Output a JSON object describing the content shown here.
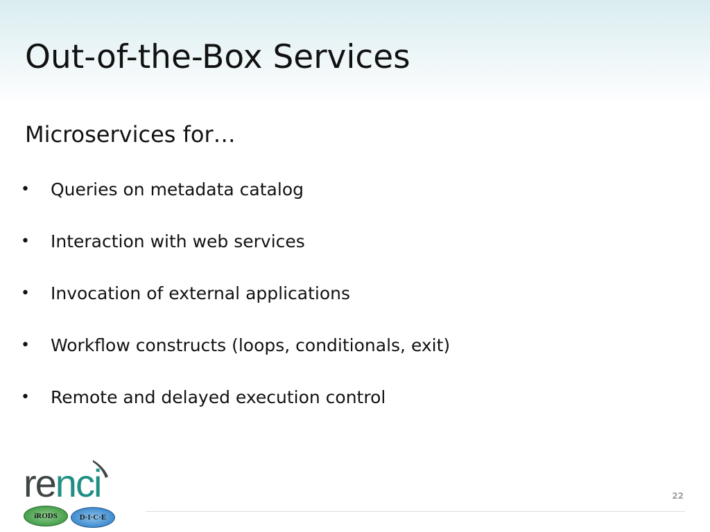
{
  "slide": {
    "title": "Out-of-the-Box Services",
    "subtitle": "Microservices for…",
    "bullet_glyph": "•",
    "bullets": [
      "Queries on metadata catalog",
      "Interaction with web services",
      "Invocation of external applications",
      "Workflow constructs (loops, conditionals, exit)",
      "Remote and delayed execution control"
    ],
    "page_number": "22"
  },
  "logo": {
    "word_part1": "re",
    "word_part2": "nci",
    "badge_left": "iRODS",
    "badge_right": "D·I·C·E",
    "colors": {
      "grey": "#3f4546",
      "teal": "#1f8f83",
      "green_badge": "#46a04a",
      "blue_badge": "#3f8ccf"
    }
  },
  "theme": {
    "header_gradient_top": "#d9ecf0",
    "page_number_color": "#9aa0a6"
  }
}
